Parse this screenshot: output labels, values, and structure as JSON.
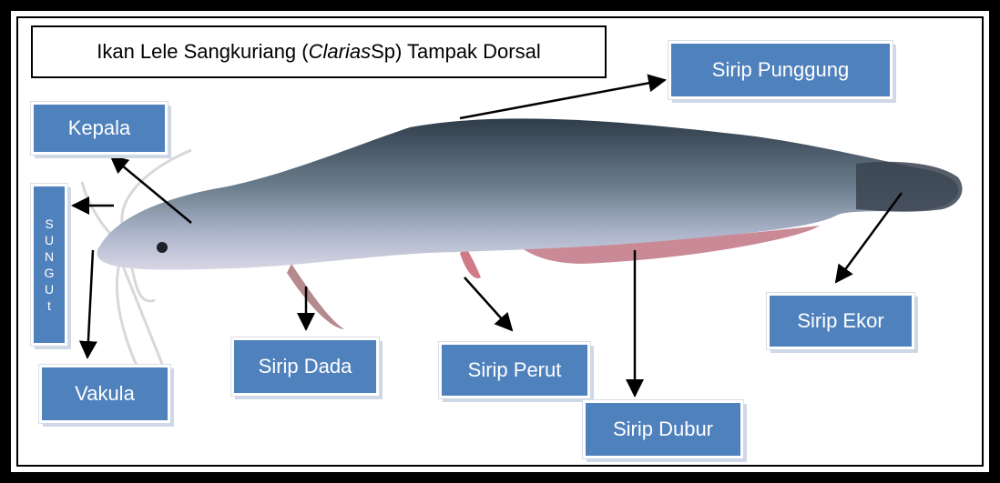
{
  "title": {
    "prefix": "Ikan Lele Sangkuriang (",
    "species": "Clarias",
    "suffix": " Sp) Tampak Dorsal"
  },
  "labels": {
    "kepala": "Kepala",
    "sungut_letters": [
      "S",
      "U",
      "N",
      "G",
      "U",
      "t"
    ],
    "vakula": "Vakula",
    "sirip_punggung": "Sirip Punggung",
    "sirip_dada": "Sirip Dada",
    "sirip_perut": "Sirip Perut",
    "sirip_dubur": "Sirip Dubur",
    "sirip_ekor": "Sirip Ekor"
  },
  "colors": {
    "label_fill": "#4f81bd",
    "label_text": "#ffffff",
    "fish_body": "#5a6a78",
    "fish_belly": "#c9cde0",
    "fin": "#c98a96"
  }
}
